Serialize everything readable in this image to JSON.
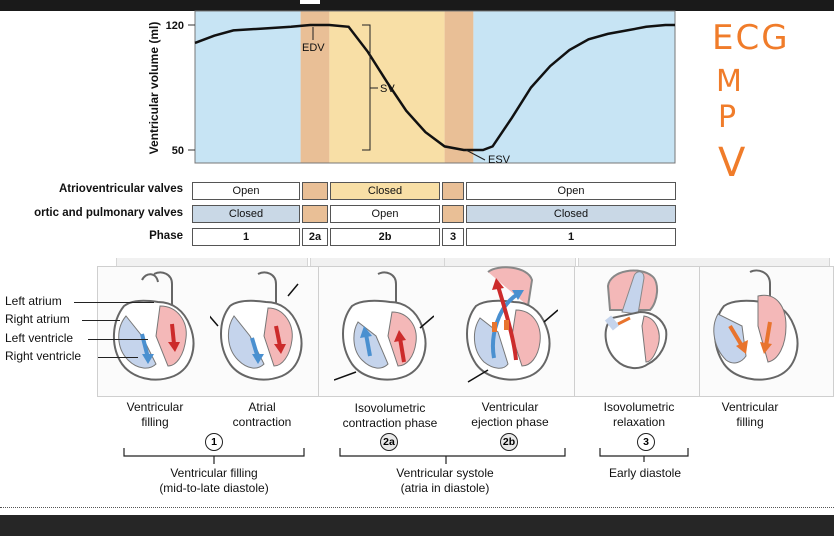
{
  "chart_data": {
    "type": "line",
    "ylabel": "Ventricular volume (ml)",
    "yticks": [
      "120",
      "50"
    ],
    "ylim": [
      40,
      130
    ],
    "x": [
      0,
      4,
      8,
      14,
      20,
      24,
      28,
      32,
      36,
      40,
      44,
      48,
      52,
      56,
      58,
      60,
      62,
      66,
      70,
      74,
      78,
      82,
      86,
      90,
      94,
      98,
      100
    ],
    "series": [
      {
        "values": [
          110,
          114,
          117,
          118,
          119,
          120,
          120,
          119,
          105,
          88,
          72,
          60,
          52,
          50,
          50,
          50,
          52,
          68,
          85,
          97,
          106,
          112,
          115,
          117,
          119,
          120,
          120
        ]
      }
    ],
    "phases": [
      {
        "id": "1",
        "x0": 0,
        "x1": 22
      },
      {
        "id": "2a",
        "x0": 22,
        "x1": 28
      },
      {
        "id": "2b",
        "x0": 28,
        "x1": 52
      },
      {
        "id": "3",
        "x0": 52,
        "x1": 58
      },
      {
        "id": "1",
        "x0": 58,
        "x1": 100
      }
    ],
    "annotations": {
      "edv": "EDV",
      "sv": "SV",
      "esv": "ESV"
    },
    "colors": {
      "filling": "#c7e4f4",
      "isovolumic": "#e9bf96",
      "ejection": "#f8dfa6",
      "line": "#111111"
    }
  },
  "rows": {
    "av_valves": {
      "label": "Atrioventricular valves",
      "cells": [
        {
          "text": "Open",
          "color": "#ffffff"
        },
        {
          "text": "",
          "color": "#e9bf96"
        },
        {
          "text": "Closed",
          "color": "#f8dfa6"
        },
        {
          "text": "",
          "color": "#e9bf96"
        },
        {
          "text": "Open",
          "color": "#ffffff"
        }
      ]
    },
    "sl_valves": {
      "label": "ortic and pulmonary valves",
      "cells": [
        {
          "text": "Closed",
          "color": "#c9d8e6"
        },
        {
          "text": "",
          "color": "#e9bf96"
        },
        {
          "text": "Open",
          "color": "#ffffff"
        },
        {
          "text": "",
          "color": "#e9bf96"
        },
        {
          "text": "Closed",
          "color": "#c9d8e6"
        }
      ]
    },
    "phase": {
      "label": "Phase",
      "cells": [
        {
          "text": "1",
          "color": "#ffffff"
        },
        {
          "text": "2a",
          "color": "#ffffff"
        },
        {
          "text": "2b",
          "color": "#ffffff"
        },
        {
          "text": "3",
          "color": "#ffffff"
        },
        {
          "text": "1",
          "color": "#ffffff"
        }
      ]
    }
  },
  "anatomy_labels": [
    "Left atrium",
    "Right atrium",
    "Left ventricle",
    "Right ventricle"
  ],
  "panels": [
    {
      "label_line1": "Ventricular",
      "label_line2": "filling"
    },
    {
      "label_line1": "Atrial",
      "label_line2": "contraction"
    },
    {
      "label_line1": "Isovolumetric",
      "label_line2": "contraction phase"
    },
    {
      "label_line1": "Ventricular",
      "label_line2": "ejection phase"
    },
    {
      "label_line1": "Isovolumetric",
      "label_line2": "relaxation"
    },
    {
      "label_line1": "Ventricular",
      "label_line2": "filling"
    }
  ],
  "phase_markers": [
    "1",
    "2a",
    "2b",
    "3"
  ],
  "groups": [
    {
      "line1": "Ventricular filling",
      "line2": "(mid-to-late diastole)"
    },
    {
      "line1": "Ventricular systole",
      "line2": "(atria in diastole)"
    },
    {
      "line1": "Early diastole",
      "line2": ""
    }
  ],
  "handwriting": {
    "line1": "ECG",
    "line2": "M",
    "line3": "P",
    "line4": "V",
    "color": "#f07c2a"
  }
}
